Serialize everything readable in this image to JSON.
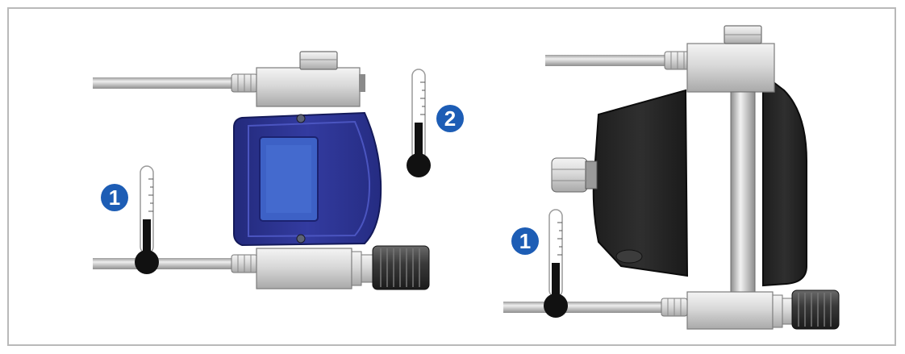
{
  "figure": {
    "left_device": {
      "badges": [
        {
          "label": "1"
        },
        {
          "label": "2"
        }
      ]
    },
    "right_device": {
      "badges": [
        {
          "label": "1"
        }
      ]
    },
    "colors": {
      "frame": "#b9b9b9",
      "metal": "#d6d6d6",
      "pipe": "#c7c7c7",
      "housing_blue": "#2e3690",
      "window_blue": "#3f63c8",
      "housing_black": "#262626",
      "badge_blue": "#1d5db5",
      "thermometer_fill": "#111111"
    }
  }
}
